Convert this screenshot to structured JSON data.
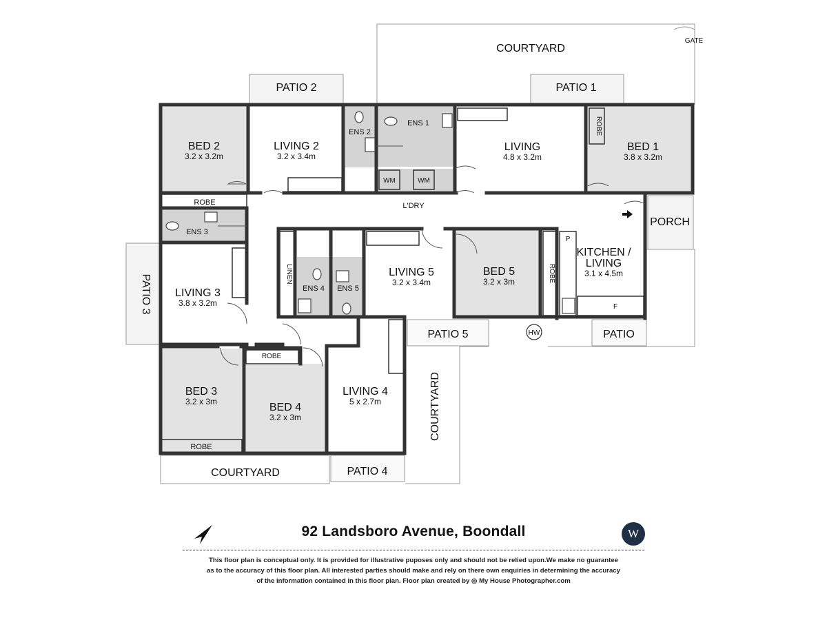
{
  "title": "92 Landsboro Avenue, Boondall",
  "disclaimer": [
    "This floor plan is conceptual only. It is provided for illustrative puposes only and should not be relied upon.We make no guarantee",
    "as to the accuracy of this floor plan. All interested parties should make and rely on there own enquiries in determining the accuracy",
    "of the information contained in this floor plan. Floor plan created by",
    "My House Photographer.com"
  ],
  "brand_initial": "W",
  "rooms": {
    "bed1": {
      "name": "BED 1",
      "dims": "3.8 x 3.2m"
    },
    "bed2": {
      "name": "BED 2",
      "dims": "3.2 x 3.2m"
    },
    "bed3": {
      "name": "BED 3",
      "dims": "3.2 x 3m"
    },
    "bed4": {
      "name": "BED 4",
      "dims": "3.2 x 3m"
    },
    "bed5": {
      "name": "BED 5",
      "dims": "3.2 x 3m"
    },
    "living": {
      "name": "LIVING",
      "dims": "4.8 x 3.2m"
    },
    "living2": {
      "name": "LIVING 2",
      "dims": "3.2 x 3.4m"
    },
    "living3": {
      "name": "LIVING 3",
      "dims": "3.8 x 3.2m"
    },
    "living4": {
      "name": "LIVING 4",
      "dims": "5 x 2.7m"
    },
    "living5": {
      "name": "LIVING 5",
      "dims": "3.2 x 3.4m"
    },
    "kitchen": {
      "name1": "KITCHEN /",
      "name2": "LIVING",
      "dims": "3.1 x 4.5m"
    }
  },
  "labels": {
    "ens1": "ENS 1",
    "ens2": "ENS 2",
    "ens3": "ENS 3",
    "ens4": "ENS 4",
    "ens5": "ENS 5",
    "robe": "ROBE",
    "linen": "LINEN",
    "laundry": "L'DRY",
    "wm": "WM",
    "patio": "PATIO",
    "patio1": "PATIO 1",
    "patio2": "PATIO 2",
    "patio3": "PATIO 3",
    "patio4": "PATIO 4",
    "patio5": "PATIO 5",
    "porch": "PORCH",
    "courtyard": "COURTYARD",
    "gate": "GATE",
    "hw": "HW",
    "pantry": "P",
    "fridge": "F"
  }
}
